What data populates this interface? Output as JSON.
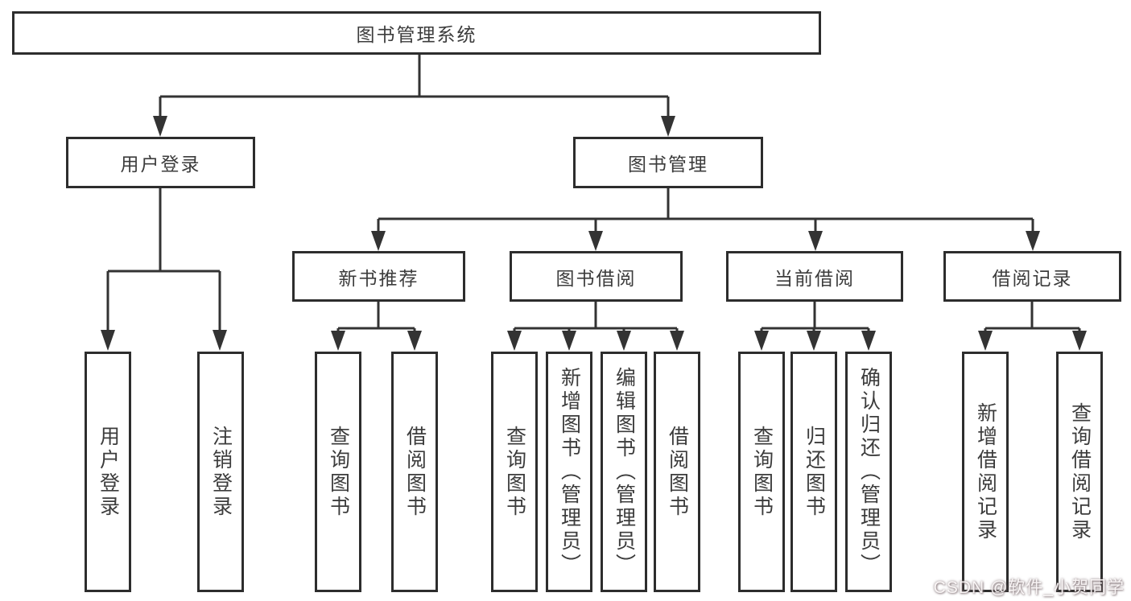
{
  "tree": {
    "root": {
      "label": "图书管理系统"
    },
    "branches": [
      {
        "label": "用户登录",
        "children": [
          "用户登录",
          "注销登录"
        ]
      },
      {
        "label": "图书管理",
        "sections": [
          {
            "label": "新书推荐",
            "children": [
              "查询图书",
              "借阅图书"
            ]
          },
          {
            "label": "图书借阅",
            "children": [
              "查询图书",
              "新增图书（管理员）",
              "编辑图书（管理员）",
              "借阅图书"
            ]
          },
          {
            "label": "当前借阅",
            "children": [
              "查询图书",
              "归还图书",
              "确认归还（管理员）"
            ]
          },
          {
            "label": "借阅记录",
            "children": [
              "新增借阅记录",
              "查询借阅记录"
            ]
          }
        ]
      }
    ]
  },
  "watermark": {
    "text": "CSDN @软件_小贺同学"
  },
  "colors": {
    "line": "#333333",
    "box_border": "#2d2d2d",
    "text": "#3c3c3c",
    "background": "#ffffff"
  }
}
